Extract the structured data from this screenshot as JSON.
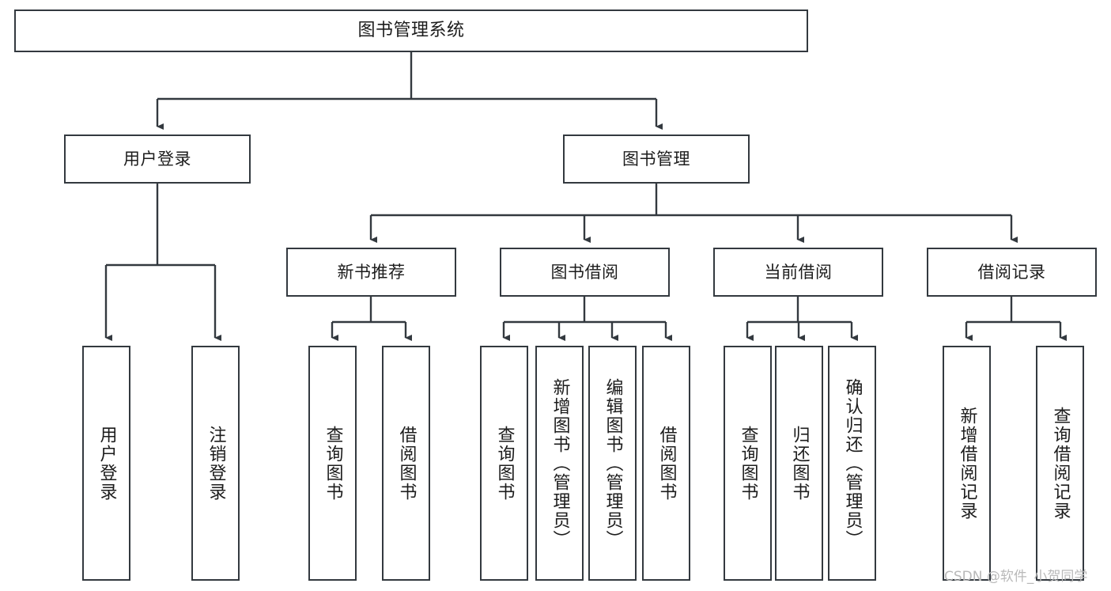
{
  "diagram": {
    "title": "图书管理系统",
    "type": "tree",
    "orientation": "top-down",
    "colors": {
      "node_border": "#33393f",
      "node_fill": "#ffffff",
      "edge": "#33393f",
      "text": "#1c1c1c",
      "background": "#ffffff",
      "watermark": "#b9b9b9"
    },
    "nodes": {
      "root": {
        "label": "图书管理系统"
      },
      "level2": [
        {
          "id": "user-login",
          "label": "用户登录"
        },
        {
          "id": "book-manage",
          "label": "图书管理"
        }
      ],
      "level3": [
        {
          "id": "new-book-recommend",
          "label": "新书推荐"
        },
        {
          "id": "book-borrow",
          "label": "图书借阅"
        },
        {
          "id": "current-borrow",
          "label": "当前借阅"
        },
        {
          "id": "borrow-record",
          "label": "借阅记录"
        }
      ],
      "leaves": {
        "user-login": [
          {
            "id": "leaf-user-login",
            "label": "用户登录"
          },
          {
            "id": "leaf-logout-login",
            "label": "注销登录"
          }
        ],
        "new-book-recommend": [
          {
            "id": "leaf-query-book-1",
            "label": "查询图书"
          },
          {
            "id": "leaf-borrow-book-1",
            "label": "借阅图书"
          }
        ],
        "book-borrow": [
          {
            "id": "leaf-query-book-2",
            "label": "查询图书"
          },
          {
            "id": "leaf-add-book",
            "label": "新增图书（管理员）"
          },
          {
            "id": "leaf-edit-book",
            "label": "编辑图书（管理员）"
          },
          {
            "id": "leaf-borrow-book-2",
            "label": "借阅图书"
          }
        ],
        "current-borrow": [
          {
            "id": "leaf-query-book-3",
            "label": "查询图书"
          },
          {
            "id": "leaf-return-book",
            "label": "归还图书"
          },
          {
            "id": "leaf-confirm-return",
            "label": "确认归还（管理员）"
          }
        ],
        "borrow-record": [
          {
            "id": "leaf-add-record",
            "label": "新增借阅记录"
          },
          {
            "id": "leaf-query-record",
            "label": "查询借阅记录"
          }
        ]
      }
    },
    "edges": [
      {
        "from": "图书管理系统",
        "to": "用户登录"
      },
      {
        "from": "图书管理系统",
        "to": "图书管理"
      },
      {
        "from": "用户登录",
        "to": "用户登录"
      },
      {
        "from": "用户登录",
        "to": "注销登录"
      },
      {
        "from": "图书管理",
        "to": "新书推荐"
      },
      {
        "from": "图书管理",
        "to": "图书借阅"
      },
      {
        "from": "图书管理",
        "to": "当前借阅"
      },
      {
        "from": "图书管理",
        "to": "借阅记录"
      },
      {
        "from": "新书推荐",
        "to": "查询图书"
      },
      {
        "from": "新书推荐",
        "to": "借阅图书"
      },
      {
        "from": "图书借阅",
        "to": "查询图书"
      },
      {
        "from": "图书借阅",
        "to": "新增图书（管理员）"
      },
      {
        "from": "图书借阅",
        "to": "编辑图书（管理员）"
      },
      {
        "from": "图书借阅",
        "to": "借阅图书"
      },
      {
        "from": "当前借阅",
        "to": "查询图书"
      },
      {
        "from": "当前借阅",
        "to": "归还图书"
      },
      {
        "from": "当前借阅",
        "to": "确认归还（管理员）"
      },
      {
        "from": "借阅记录",
        "to": "新增借阅记录"
      },
      {
        "from": "借阅记录",
        "to": "查询借阅记录"
      }
    ]
  },
  "watermark": {
    "text": "CSDN @软件_小贺同学"
  }
}
